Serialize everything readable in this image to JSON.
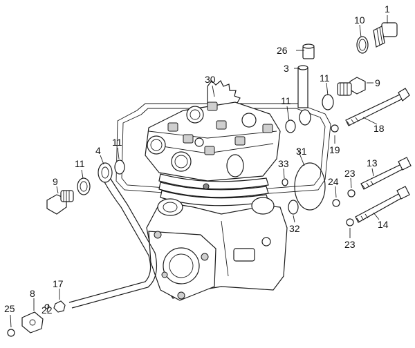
{
  "callouts": [
    {
      "id": "c1",
      "text": "1"
    },
    {
      "id": "c10",
      "text": "10"
    },
    {
      "id": "c26",
      "text": "26"
    },
    {
      "id": "c3",
      "text": "3"
    },
    {
      "id": "c11a",
      "text": "11"
    },
    {
      "id": "c9a",
      "text": "9"
    },
    {
      "id": "c30",
      "text": "30"
    },
    {
      "id": "c11b",
      "text": "11"
    },
    {
      "id": "c18",
      "text": "18"
    },
    {
      "id": "c19",
      "text": "19"
    },
    {
      "id": "c31",
      "text": "31"
    },
    {
      "id": "c4",
      "text": "4"
    },
    {
      "id": "c11c",
      "text": "11"
    },
    {
      "id": "c11d",
      "text": "11"
    },
    {
      "id": "c9b",
      "text": "9"
    },
    {
      "id": "c33",
      "text": "33"
    },
    {
      "id": "c13",
      "text": "13"
    },
    {
      "id": "c23a",
      "text": "23"
    },
    {
      "id": "c24",
      "text": "24"
    },
    {
      "id": "c14",
      "text": "14"
    },
    {
      "id": "c32",
      "text": "32"
    },
    {
      "id": "c23b",
      "text": "23"
    },
    {
      "id": "c17",
      "text": "17"
    },
    {
      "id": "c8",
      "text": "8"
    },
    {
      "id": "c25",
      "text": "25"
    },
    {
      "id": "c22",
      "text": "22"
    }
  ]
}
